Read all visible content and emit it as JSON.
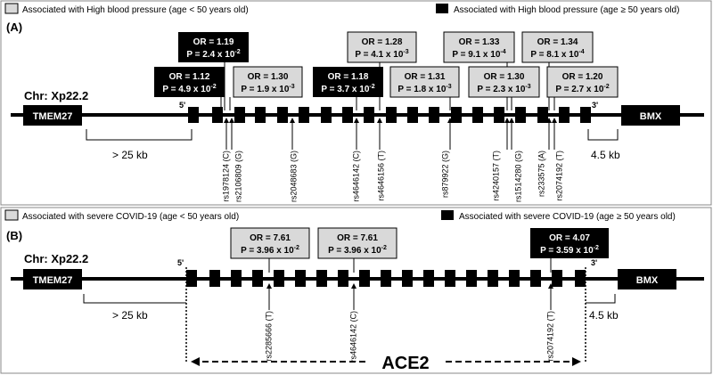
{
  "panel_a": {
    "label": "(A)",
    "legend_left": "Associated with High blood pressure (age < 50 years old)",
    "legend_right": "Associated with High blood pressure (age ≥ 50 years old)",
    "chr": "Chr: Xp22.2",
    "gene_left": "TMEM27",
    "gene_right": "BMX",
    "five_prime": "5'",
    "three_prime": "3'",
    "dist_left": "> 25 kb",
    "dist_right": "4.5 kb",
    "boxes": [
      {
        "style": "black",
        "or": "OR = 1.19",
        "p": "P = 2.4 x 10",
        "exp": "-2"
      },
      {
        "style": "black",
        "or": "OR = 1.12",
        "p": "P = 4.9 x 10",
        "exp": "-2"
      },
      {
        "style": "gray",
        "or": "OR = 1.30",
        "p": "P = 1.9 x 10",
        "exp": "-3"
      },
      {
        "style": "gray",
        "or": "OR = 1.28",
        "p": "P = 4.1 x 10",
        "exp": "-3"
      },
      {
        "style": "black",
        "or": "OR = 1.18",
        "p": "P = 3.7 x 10",
        "exp": "-2"
      },
      {
        "style": "gray",
        "or": "OR = 1.31",
        "p": "P = 1.8 x 10",
        "exp": "-3"
      },
      {
        "style": "gray",
        "or": "OR = 1.33",
        "p": "P = 9.1 x 10",
        "exp": "-4"
      },
      {
        "style": "gray",
        "or": "OR = 1.30",
        "p": "P = 2.3 x 10",
        "exp": "-3"
      },
      {
        "style": "gray",
        "or": "OR = 1.34",
        "p": "P = 8.1 x 10",
        "exp": "-4"
      },
      {
        "style": "gray",
        "or": "OR = 1.20",
        "p": "P = 2.7 x 10",
        "exp": "-2"
      }
    ],
    "snps": [
      "rs1978124 (C)",
      "rs2106809 (G)",
      "rs2048683 (G)",
      "rs4646142 (C)",
      "rs4646156 (T)",
      "rs879922 (G)",
      "rs4240157 (T)",
      "rs1514280 (G)",
      "rs233575 (A)",
      "rs2074192 (T)"
    ]
  },
  "panel_b": {
    "label": "(B)",
    "legend_left": "Associated with severe COVID-19 (age < 50 years old)",
    "legend_right": "Associated with severe COVID-19 (age ≥ 50 years old)",
    "chr": "Chr: Xp22.2",
    "gene_left": "TMEM27",
    "gene_right": "BMX",
    "five_prime": "5'",
    "three_prime": "3'",
    "dist_left": "> 25 kb",
    "dist_right": "4.5 kb",
    "gene_name": "ACE2",
    "boxes": [
      {
        "style": "gray",
        "or": "OR = 7.61",
        "p": "P = 3.96 x 10",
        "exp": "-2"
      },
      {
        "style": "gray",
        "or": "OR = 7.61",
        "p": "P = 3.96 x 10",
        "exp": "-2"
      },
      {
        "style": "black",
        "or": "OR = 4.07",
        "p": "P = 3.59 x 10",
        "exp": "-2"
      }
    ],
    "snps": [
      "rs2285666 (T)",
      "rs4646142 (C)",
      "rs2074192 (T)"
    ]
  }
}
